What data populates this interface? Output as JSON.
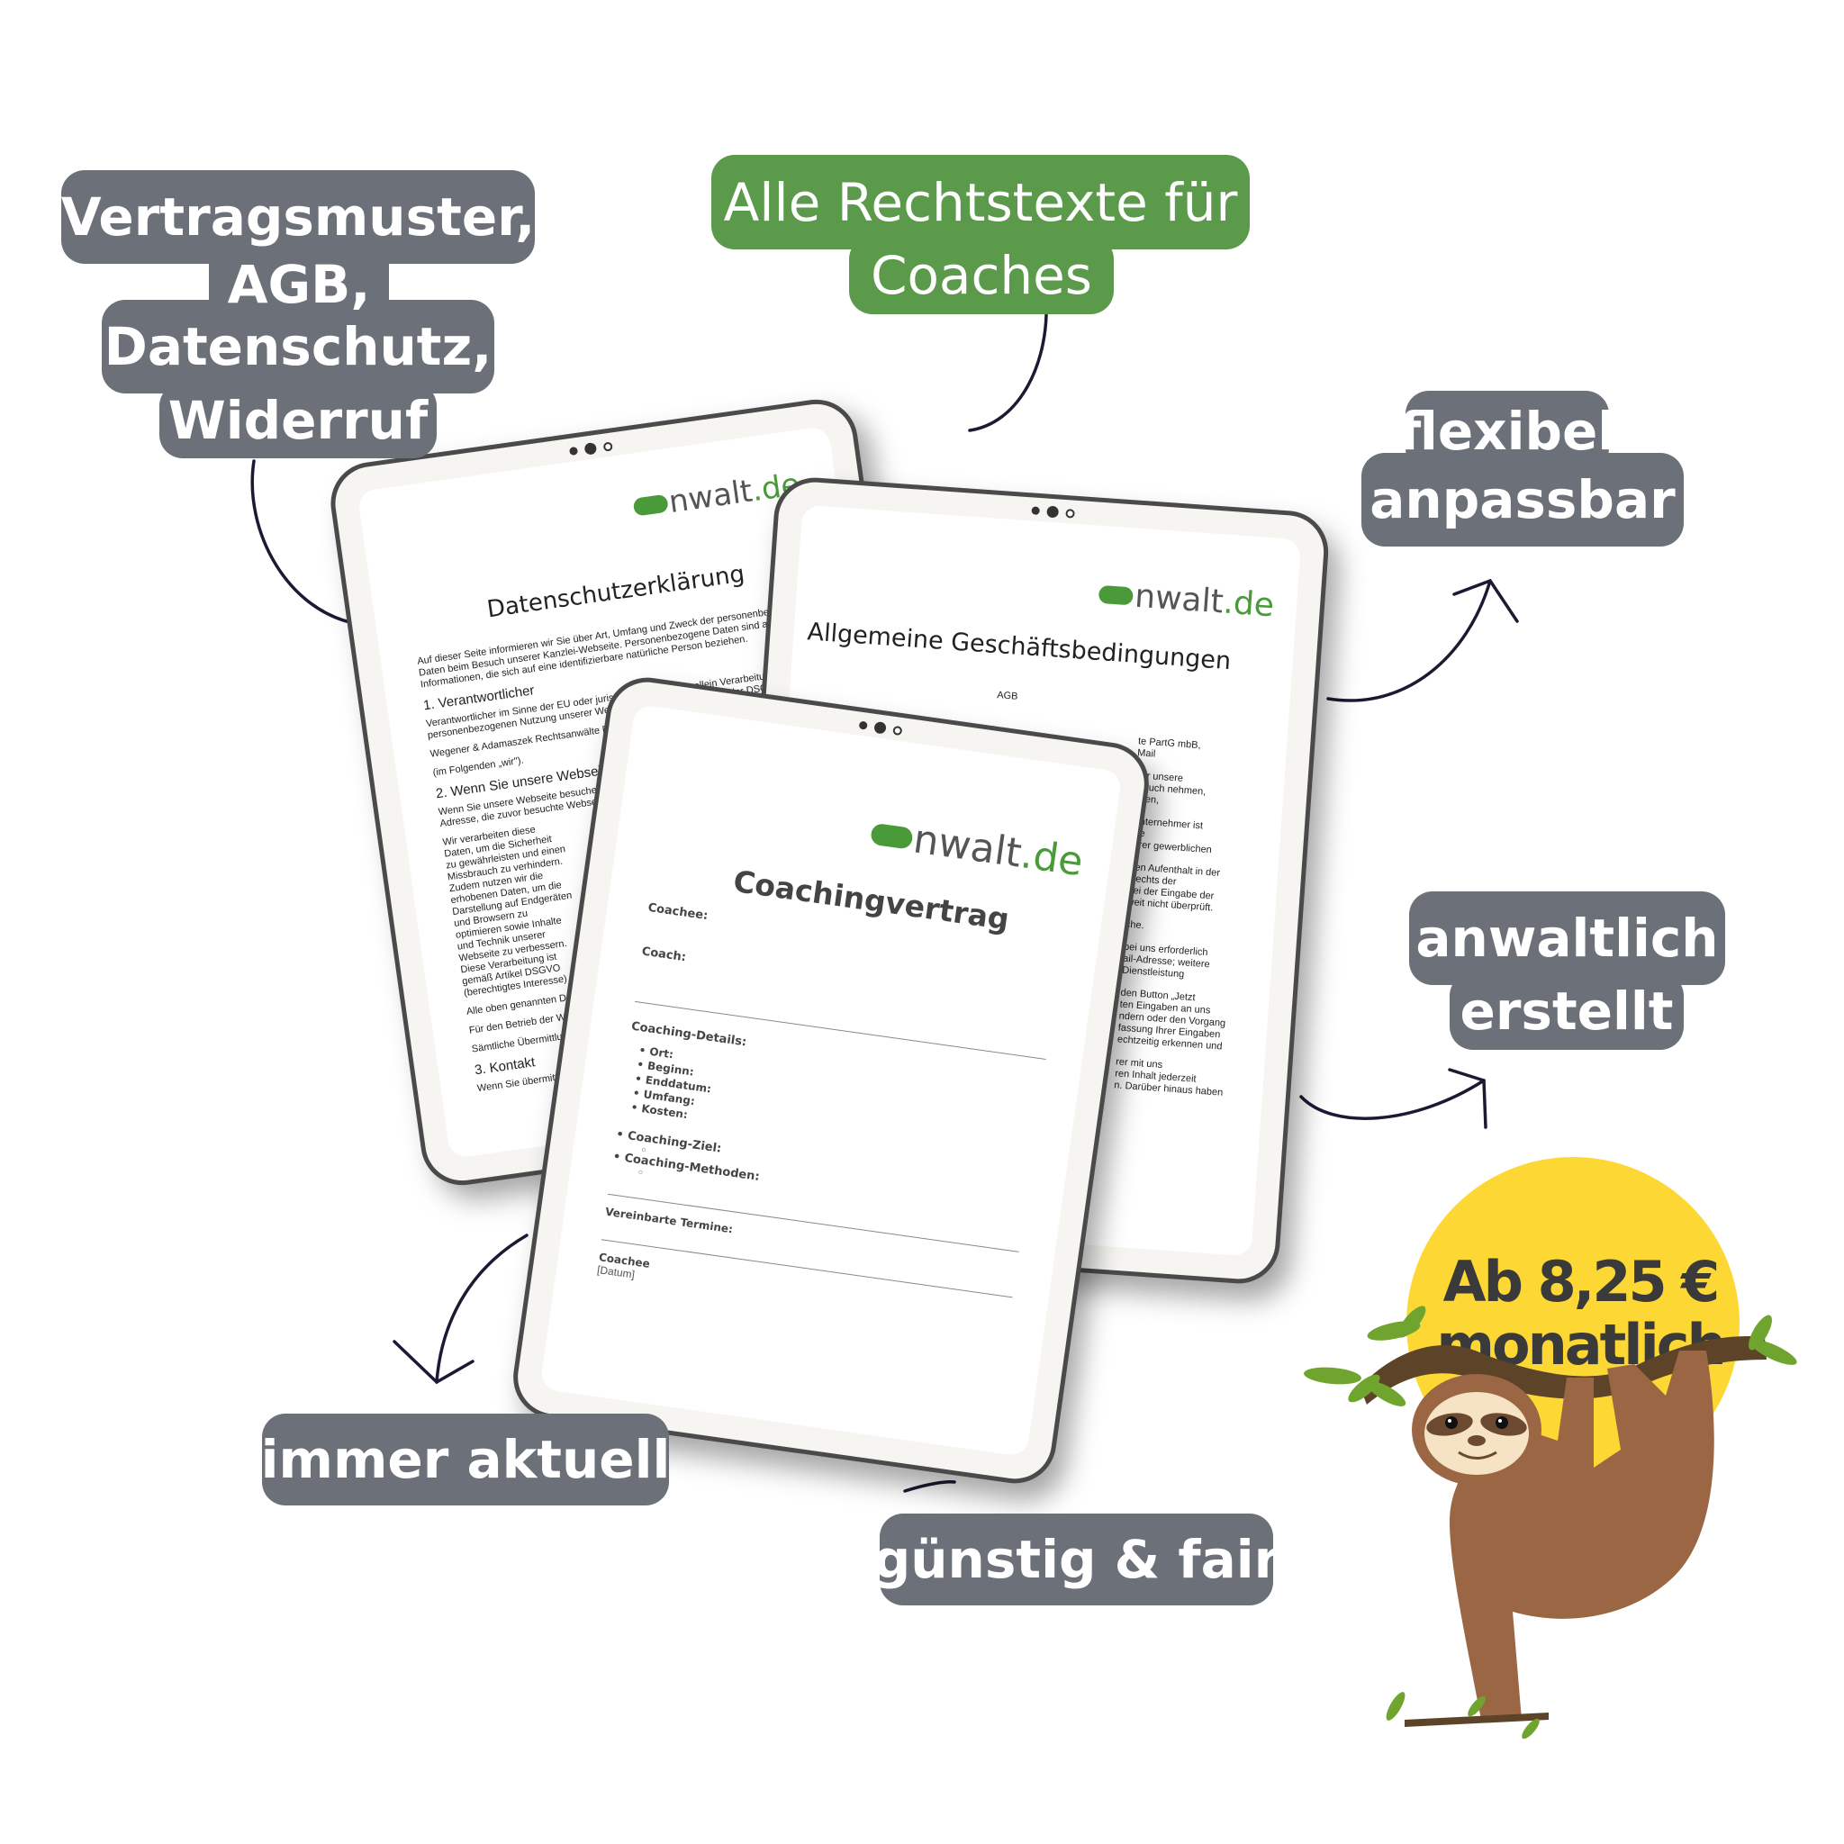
{
  "labels": {
    "docs_group": [
      "Vertragsmuster,",
      "AGB,",
      "Datenschutz,",
      "Widerruf"
    ],
    "headline": [
      "Alle Rechtstexte für",
      "Coaches"
    ],
    "flexible": [
      "flexibel",
      "anpassbar"
    ],
    "lawyer": [
      "anwaltlich",
      "erstellt"
    ],
    "current": "immer aktuell",
    "fair": "günstig & fair"
  },
  "price_badge": {
    "line1": "Ab 8,25 €",
    "line2": "monatlich"
  },
  "logo": {
    "prefix": "nwalt",
    "suffix": ".de"
  },
  "tablets": {
    "privacy": {
      "title": "Datenschutzerklärung",
      "intro": "Auf dieser Seite informieren wir Sie über Art, Umfang und Zweck der personenbezogenen Daten beim Besuch unserer Kanzlei-Webseite. Personenbezogene Daten sind alle Informationen, die sich auf eine identifizierbare natürliche Person beziehen.",
      "h1": "1. Verantwortlicher",
      "p1": "Verantwortlicher im Sinne der EU oder juristische Person, die allein Verarbeitung von personenbezogenen Nutzung unserer Webseite verantwortlich Sinne der DSGVO:",
      "p2": "Wegener & Adamaszek Rechtsanwälte PartG mbB, Tel. (030) 33 02 19 75  |  E-Mail",
      "p3": "(im Folgenden „wir\").",
      "h2": "2. Wenn Sie unsere Webseite besuchen",
      "p4": "Wenn Sie unsere Webseite besuchen, übermittelt Ihr Browser von Ihrem Endgerät: Ihre IP-Adresse, die zuvor besuchte Webseite („Referrer\")",
      "p5": "Wir verarbeiten diese Daten, um die Sicherheit zu gewährleisten und einen Missbrauch zu verhindern. Zudem nutzen wir die erhobenen Daten, um die Darstellung auf Endgeräten und Browsern zu optimieren sowie Inhalte und Technik unserer Webseite zu verbessern. Diese Verarbeitung ist gemäß Artikel DSGVO (berechtigtes Interesse)",
      "p6": "Alle oben genannten Daten",
      "p7": "Für den Betrieb der Webseite nutzen wir GmbH, 2204 gemäß Artikel",
      "p8": "Sämtliche Übermittlung",
      "h3": "3. Kontakt",
      "p9": "Wenn Sie übermitteln Programm"
    },
    "terms": {
      "title": "Allgemeine Geschäftsbedingungen",
      "sub": "AGB",
      "lines": [
        "te PartG mbB,",
        "Mail",
        "ber unsere",
        "spruch nehmen,",
        "ngen,",
        "Unternehmer ist",
        "ige",
        "ihrer gewerblichen",
        "gen Aufenthalt in der",
        "Rechts der",
        "bei der Eingabe der",
        "weit nicht überprüft.",
        "che.",
        "bei uns erforderlich",
        "ail-Adresse; weitere",
        "Dienstleistung",
        "den Button „Jetzt",
        "ten Eingaben an uns",
        "ndern oder den Vorgang",
        "fassung Ihrer Eingaben",
        "echtzeitig erkennen und",
        "rer mit uns",
        "ren Inhalt jederzeit",
        "n. Darüber hinaus haben"
      ]
    },
    "coaching": {
      "title": "Coachingvertrag",
      "coachee": "Coachee:",
      "coach": "Coach:",
      "details": "Coaching-Details:",
      "items": [
        "Ort:",
        "Beginn:",
        "Enddatum:",
        "Umfang:",
        "Kosten:"
      ],
      "goal": "Coaching-Ziel:",
      "methods": "Coaching-Methoden:",
      "appointments": "Vereinbarte Termine:",
      "sign_name": "Coachee",
      "sign_date": "[Datum]"
    }
  },
  "colors": {
    "pill_gray": "#6b7079",
    "brand_green": "#5a9a4a",
    "badge_yellow": "#fdd835",
    "text_dark": "#3a3a3a",
    "sloth_brown": "#9a6644"
  }
}
